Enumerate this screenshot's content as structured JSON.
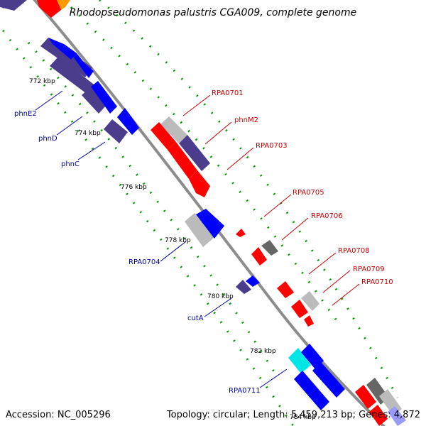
{
  "title": "Rhodopseudomonas palustris CGA009, complete genome",
  "footer": {
    "accession": "Accession: NC_005296",
    "summary": "Topology: circular; Length: 5,459,213 bp; Genes: 4,872"
  },
  "ticks": [
    "772 kbp",
    "774 kbp",
    "776 kbp",
    "778 kbp",
    "780 kbp",
    "782 kbp",
    "784 kbp"
  ],
  "genes_forward": [
    "RPA0701",
    "phnM2",
    "RPA0703",
    "RPA0705",
    "RPA0706",
    "RPA0708",
    "RPA0709",
    "RPA0710"
  ],
  "genes_reverse": [
    "phnE2",
    "phnD",
    "phnC",
    "RPA0704",
    "cutA",
    "RPA0711"
  ],
  "colors": {
    "backbone": "#8c8c8c",
    "red": "#ff0000",
    "blue": "#0000ff",
    "navy": "#4b3c8c",
    "gray": "#bbbbbb",
    "darkgray": "#666666",
    "cyan": "#00e5e5",
    "orange": "#ff9900",
    "dots": "#00aa00",
    "forward_label": "#cc0000",
    "reverse_label": "#0000aa"
  }
}
